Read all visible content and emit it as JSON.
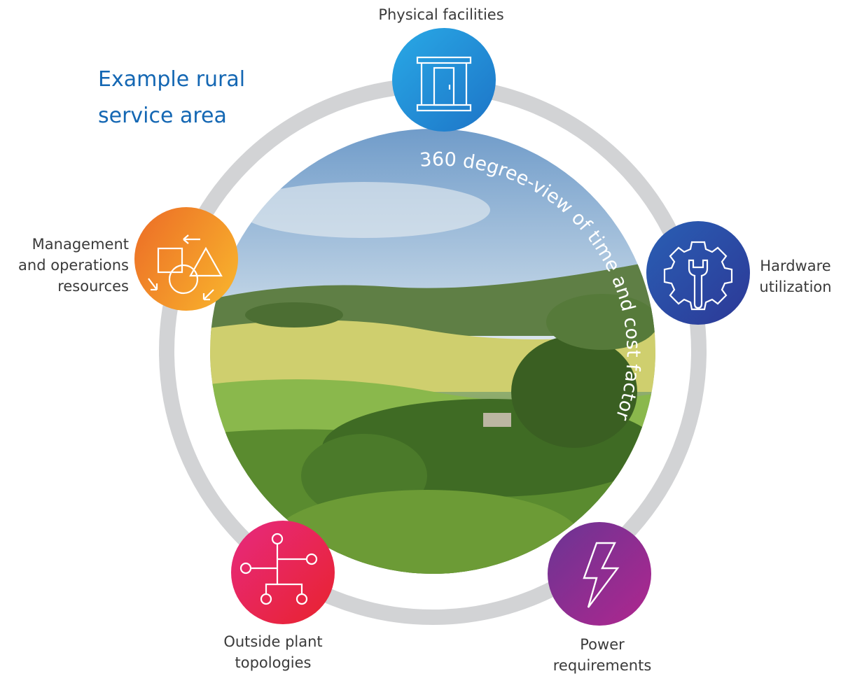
{
  "title": {
    "line1": "Example rural",
    "line2": "service area"
  },
  "center_arc_text": "360 degree-view of time and cost factors",
  "nodes": {
    "physical_facilities": {
      "label": "Physical facilities",
      "icon": "door-icon"
    },
    "hardware_utilization": {
      "label_line1": "Hardware",
      "label_line2": "utilization",
      "icon": "gear-wrench-icon"
    },
    "power_requirements": {
      "label_line1": "Power",
      "label_line2": "requirements",
      "icon": "lightning-bolt-icon"
    },
    "outside_plant_topologies": {
      "label_line1": "Outside plant",
      "label_line2": "topologies",
      "icon": "network-topology-icon"
    },
    "management_operations": {
      "label_line1": "Management",
      "label_line2": "and operations",
      "label_line3": "resources",
      "icon": "shapes-cycle-icon"
    }
  },
  "colors": {
    "title": "#1467b3",
    "ring": "#d2d3d5",
    "physical": [
      "#29a9e6",
      "#1d74c7"
    ],
    "hardware": [
      "#2a5fb4",
      "#2c3896"
    ],
    "power": [
      "#6a3594",
      "#b0268e"
    ],
    "outside": [
      "#e7297f",
      "#e8232d"
    ],
    "management": [
      "#ec6b26",
      "#f7ac2c"
    ]
  }
}
